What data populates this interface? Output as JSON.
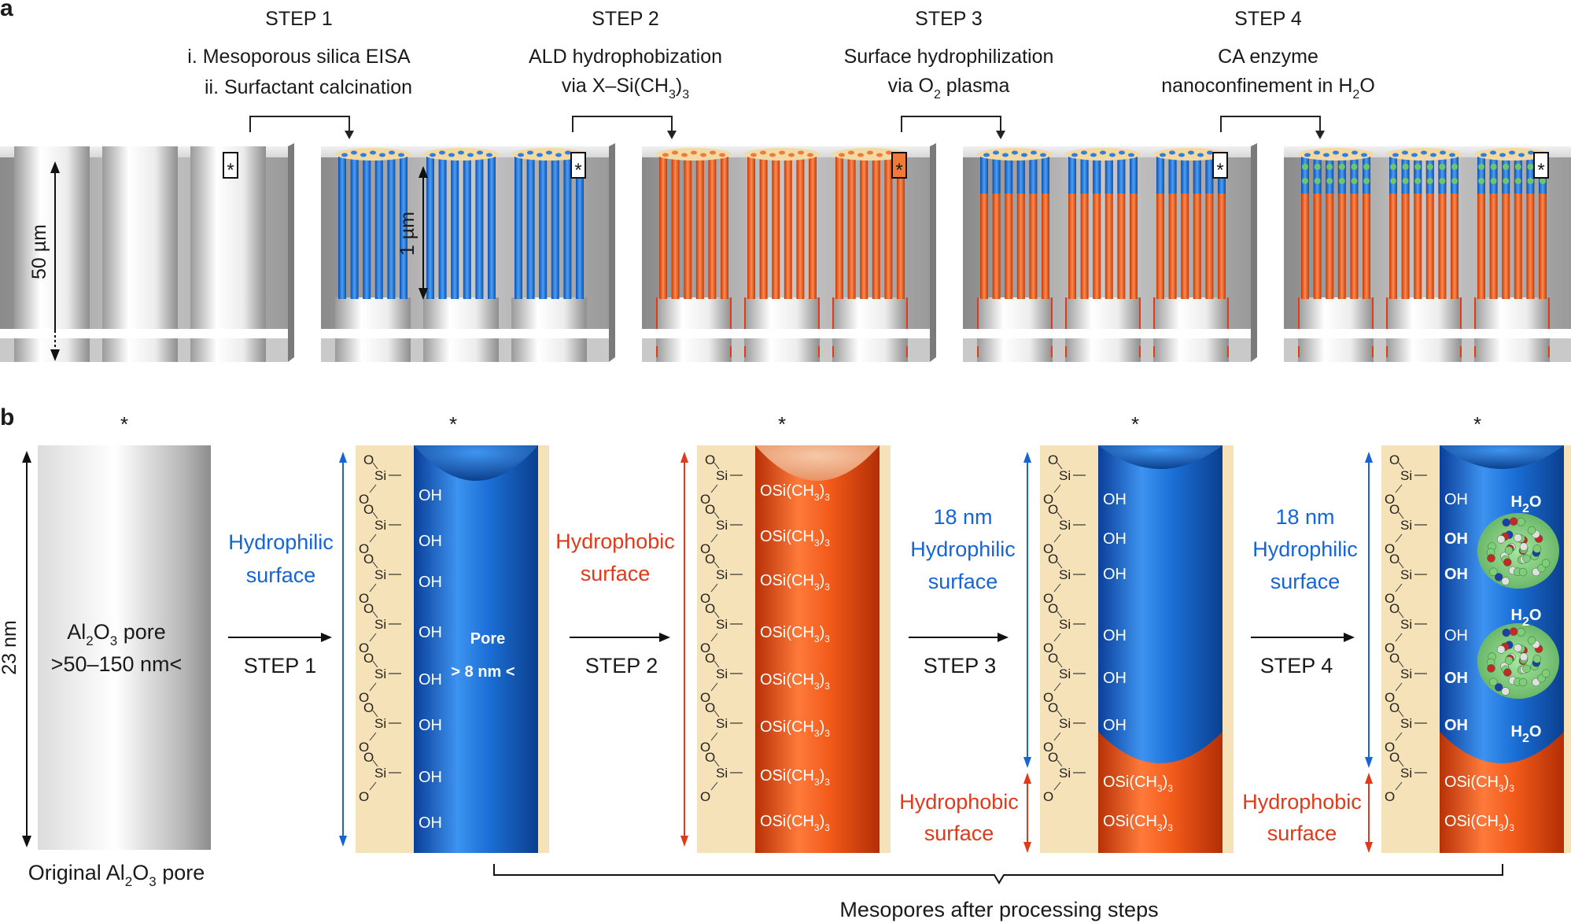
{
  "panel_a": {
    "label": "a",
    "steps": [
      {
        "title": "STEP 1",
        "line1": "i. Mesoporous silica EISA",
        "line2": "ii. Surfactant calcination"
      },
      {
        "title": "STEP 2",
        "line1": "ALD hydrophobization",
        "line2": "via X–Si(CH",
        "line2_sub": "3",
        "line2_end": ")",
        "line2_sub2": "3"
      },
      {
        "title": "STEP 3",
        "line1": "Surface hydrophilization",
        "line2": "via O",
        "line2_sub": "2",
        "line2_end": " plasma"
      },
      {
        "title": "STEP 4",
        "line1": "CA enzyme",
        "line2": "nanoconfinement in H",
        "line2_sub": "2",
        "line2_end": "O"
      }
    ],
    "dim_50": "50 µm",
    "dim_1": "1 µm",
    "marker": "*"
  },
  "panel_b": {
    "label": "b",
    "marker": "*",
    "dim_23": "23 nm",
    "original": {
      "line1_a": "Al",
      "line1_sub1": "2",
      "line1_b": "O",
      "line1_sub2": "3",
      "line1_c": " pore",
      "line2": ">50–150 nm<",
      "caption_a": "Original Al",
      "caption_sub1": "2",
      "caption_b": "O",
      "caption_sub2": "3",
      "caption_c": " pore"
    },
    "steps": [
      "STEP 1",
      "STEP 2",
      "STEP 3",
      "STEP 4"
    ],
    "hydrophilic": [
      "Hydrophilic",
      "surface"
    ],
    "hydrophobic": [
      "Hydrophobic",
      "surface"
    ],
    "nm18": "18 nm",
    "pore_label": "Pore",
    "pore_size": "> 8 nm <",
    "oh": "OH",
    "osi": "OSi(CH",
    "sub3": "3",
    "close_paren": ")",
    "si": "Si",
    "o": "O",
    "water_a": "H",
    "water_sub": "2",
    "water_b": "O",
    "bracket_caption": "Mesopores after processing steps"
  }
}
